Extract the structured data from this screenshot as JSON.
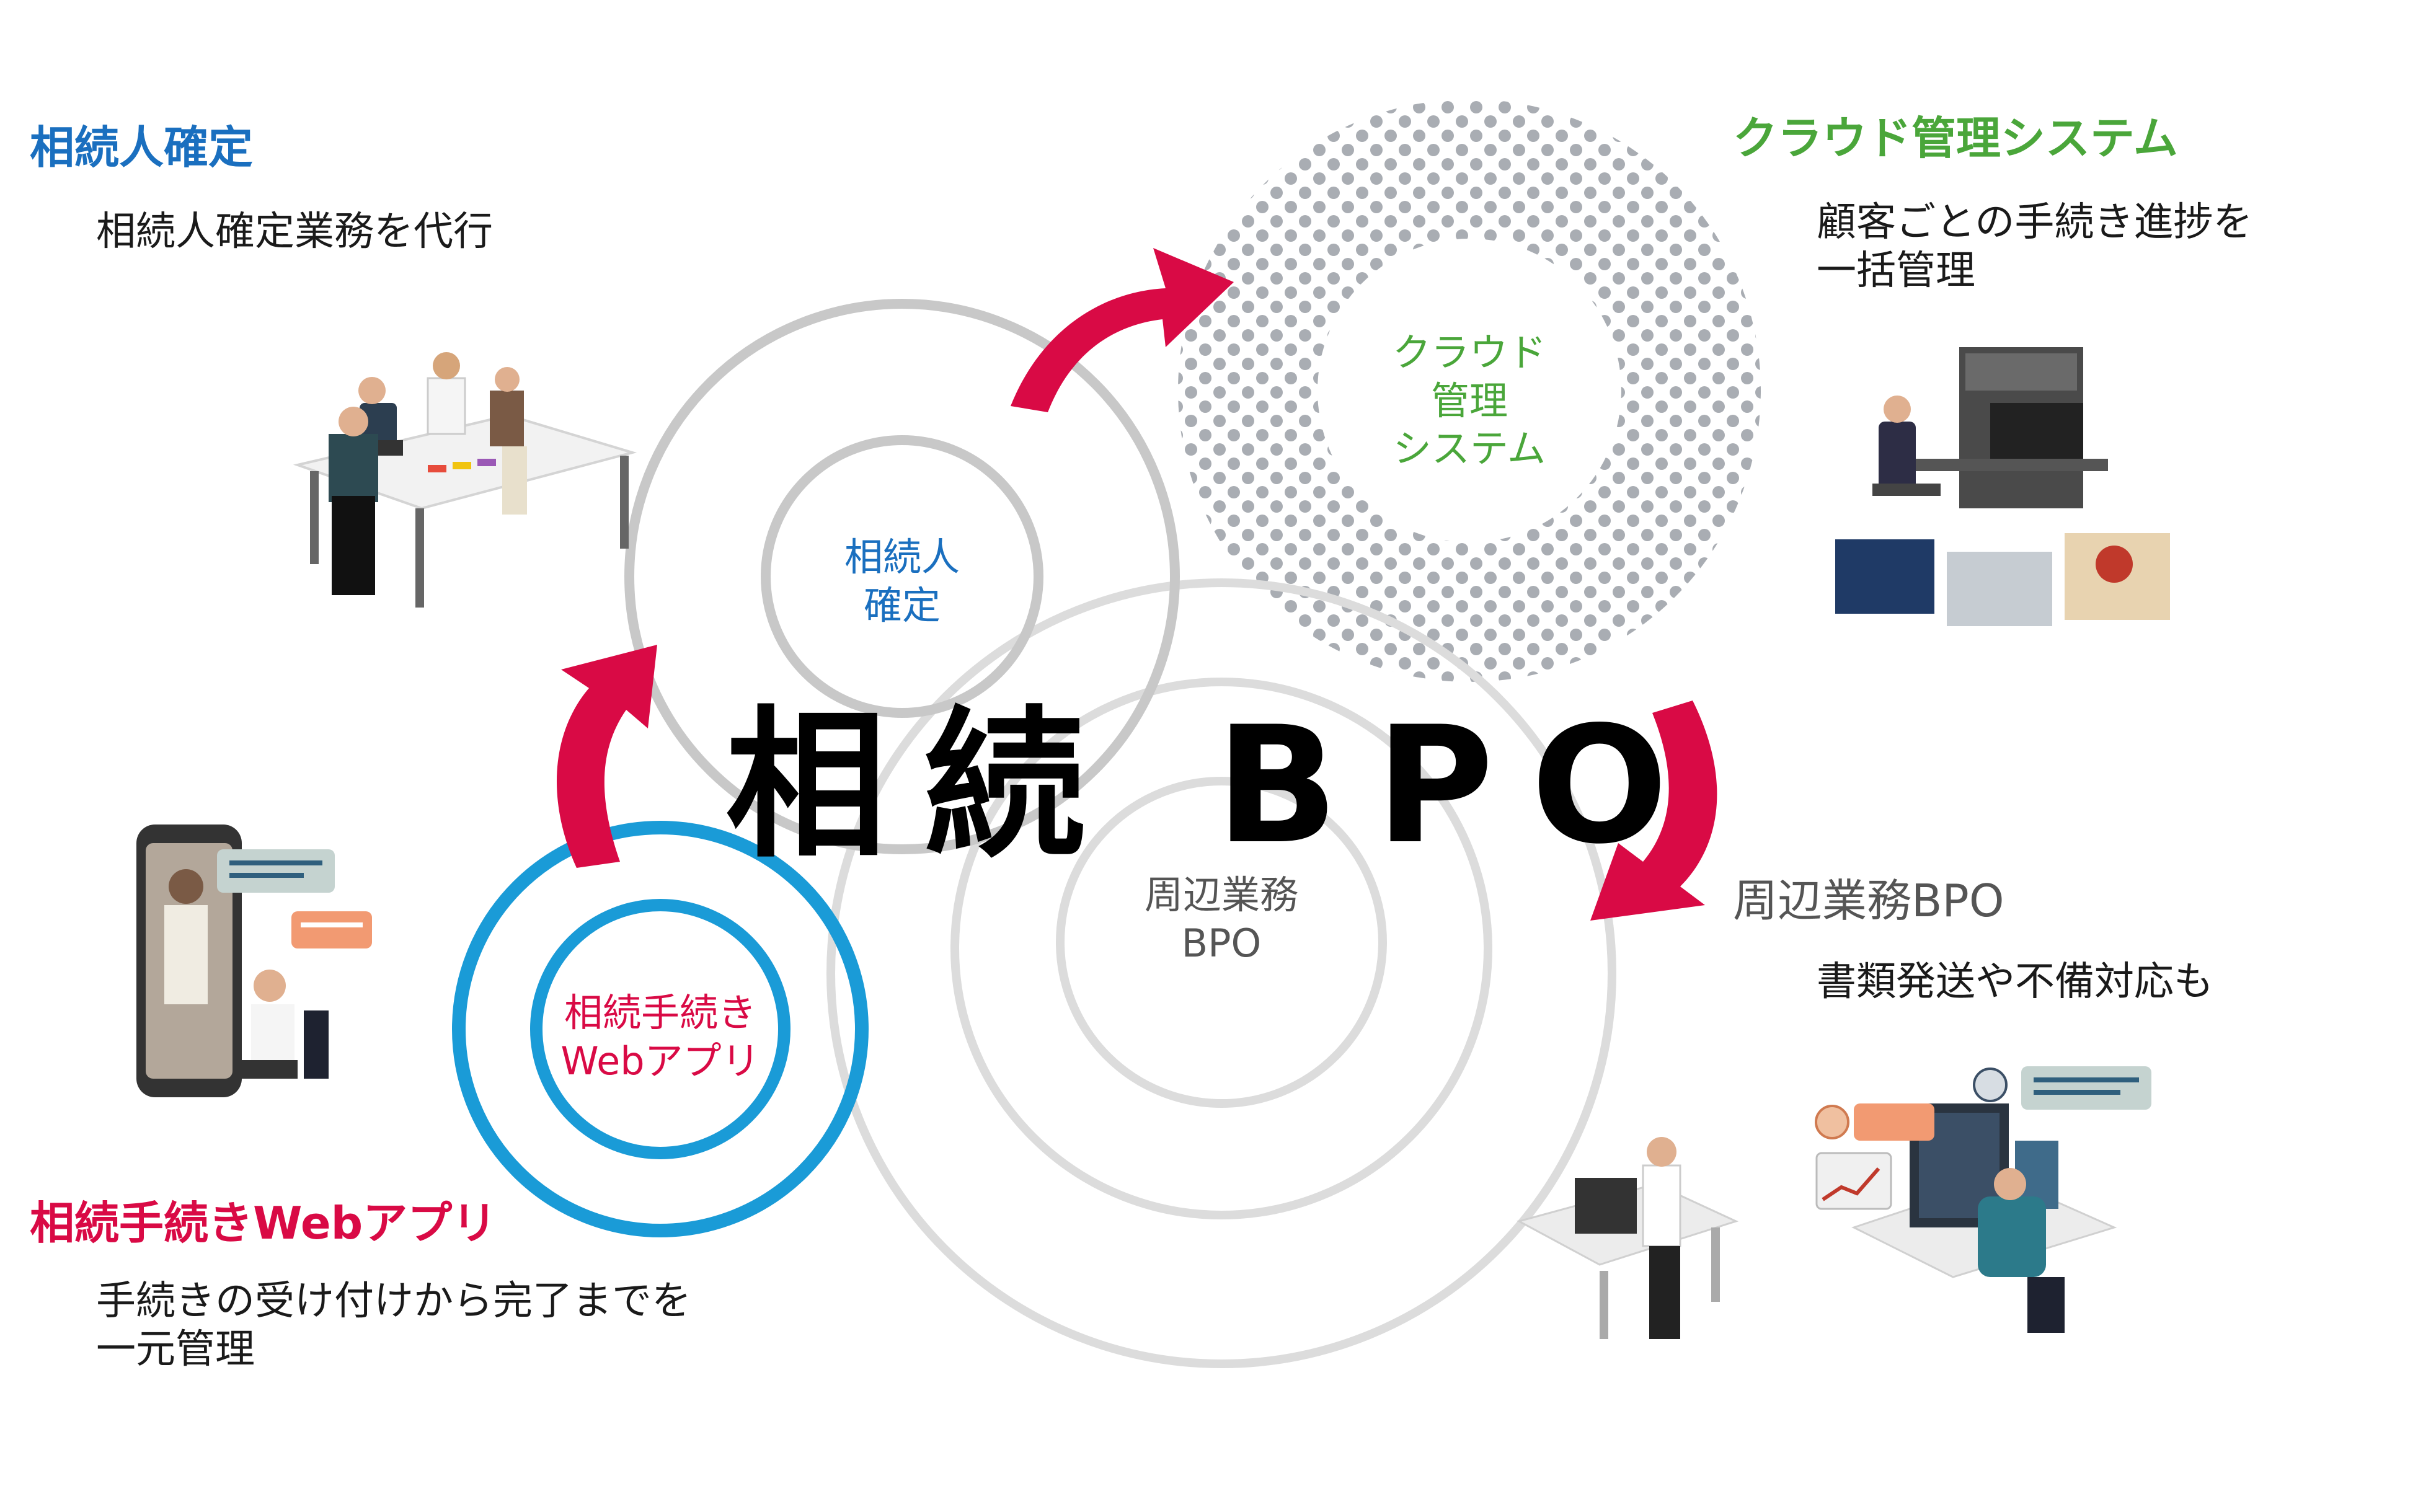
{
  "center_title": "相続 BPO",
  "rings": {
    "souzoku_kakutei": "相続人\n確定",
    "cloud": "クラウド\n管理\nシステム",
    "shuhen": "周辺業務\nBPO",
    "webapp": "相続手続き\nWebアプリ"
  },
  "blocks": {
    "kakutei": {
      "heading": "相続人確定",
      "desc": "相続人確定業務を代行"
    },
    "cloud": {
      "heading": "クラウド管理システム",
      "desc": "顧客ごとの手続き進捗を\n一括管理"
    },
    "shuhen": {
      "heading": "周辺業務BPO",
      "desc": "書類発送や不備対応も"
    },
    "webapp": {
      "heading": "相続手続きWebアプリ",
      "desc": "手続きの受け付けから完了までを\n一元管理"
    }
  },
  "colors": {
    "blue": "#1a6fbf",
    "green": "#4aa63a",
    "red": "#d90a45",
    "cyan": "#1a9bd7",
    "gray_ring": "#c8c8c8",
    "dots": "#a9adb3"
  }
}
